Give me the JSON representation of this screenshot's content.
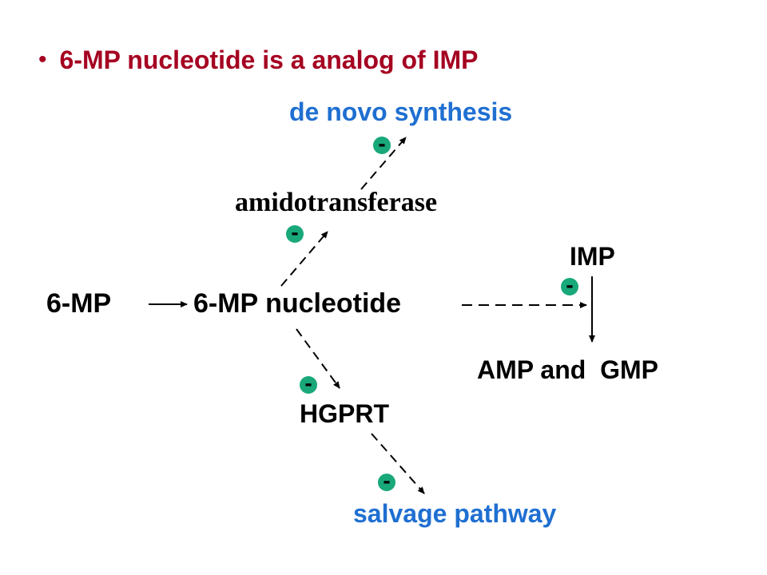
{
  "heading": {
    "bullet": "•",
    "text": "6-MP nucleotide is a analog of IMP"
  },
  "nodes": {
    "de_novo": "de novo synthesis",
    "amidotransferase": "amidotransferase",
    "imp": "IMP",
    "six_mp": "6-MP",
    "six_mp_nucleotide": "6-MP nucleotide",
    "amp_gmp": "AMP and  GMP",
    "hgprt": "HGPRT",
    "salvage": "salvage pathway"
  },
  "inhibitor_symbol": "-",
  "colors": {
    "heading": "#a50021",
    "pathway": "#1f6fd1",
    "node": "#000000",
    "inhibitor_fill": "#19a87a",
    "arrow": "#000000"
  }
}
